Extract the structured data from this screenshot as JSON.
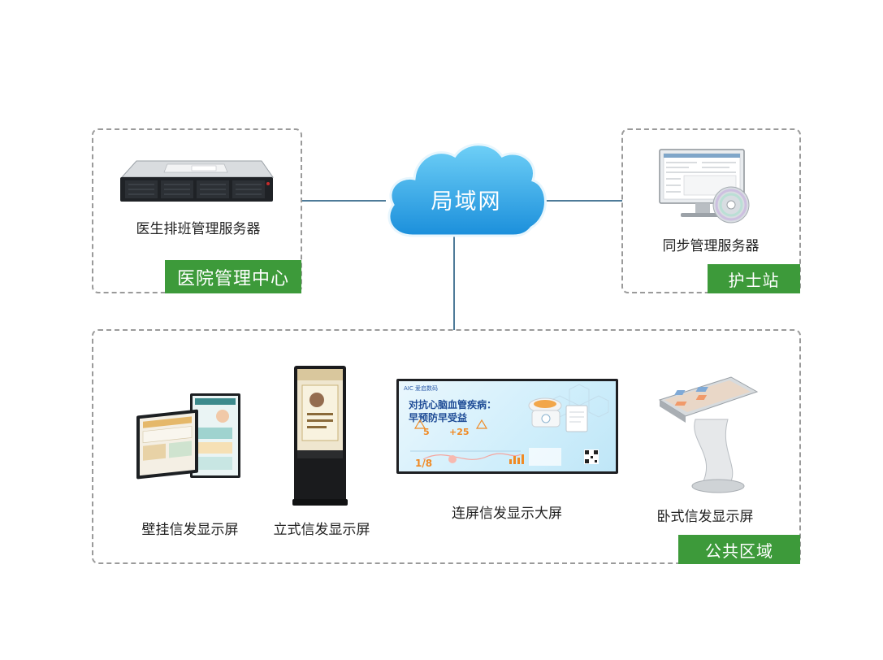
{
  "cloud": {
    "label": "局域网"
  },
  "hospital_center": {
    "tag": "医院管理中心",
    "device_label": "医生排班管理服务器"
  },
  "nurse_station": {
    "tag": "护士站",
    "device_label": "同步管理服务器"
  },
  "public_area": {
    "tag": "公共区域",
    "devices": [
      {
        "label": "壁挂信发显示屏"
      },
      {
        "label": "立式信发显示屏"
      },
      {
        "label": "连屏信发显示大屏"
      },
      {
        "label": "卧式信发显示屏"
      }
    ],
    "big_screen": {
      "brand": "AIC 爱启数码",
      "headline_1": "对抗心脑血管疾病：",
      "headline_2": "早预防早受益",
      "stat_1": "5",
      "stat_2": "+25",
      "stat_3": "1/8"
    },
    "standing_screen": {
      "title": "健康教育宣传栏"
    }
  },
  "colors": {
    "tag_green": "#3d9a3a",
    "line_blue": "#4e7b99",
    "cloud_blue": "#29a3e6",
    "dashed_border": "#9a9a9a"
  }
}
